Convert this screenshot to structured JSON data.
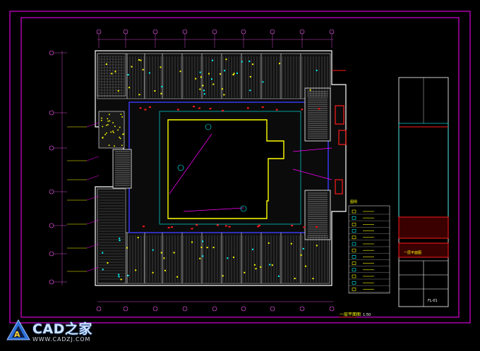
{
  "drawing": {
    "plan_title": "一层平面图",
    "plan_scale": "1:50",
    "legend_title": "图例",
    "title_block_label": "一层平面图",
    "sheet_number": "FL-01",
    "colors": {
      "background": "#000000",
      "frame": "#ff00ff",
      "grid": "#ff5aff",
      "wall": "#ffffff",
      "yellow": "#ffff00",
      "cyan": "#00ffff",
      "blue": "#3b3bff",
      "red": "#ff1a1a",
      "magenta": "#ff00ff",
      "hatch": "#9a9a9a"
    },
    "grid_top_count": 9,
    "grid_left_count": 7
  },
  "watermark": {
    "brand": "CAD之家",
    "url": "WWW.CADZJ.COM"
  }
}
